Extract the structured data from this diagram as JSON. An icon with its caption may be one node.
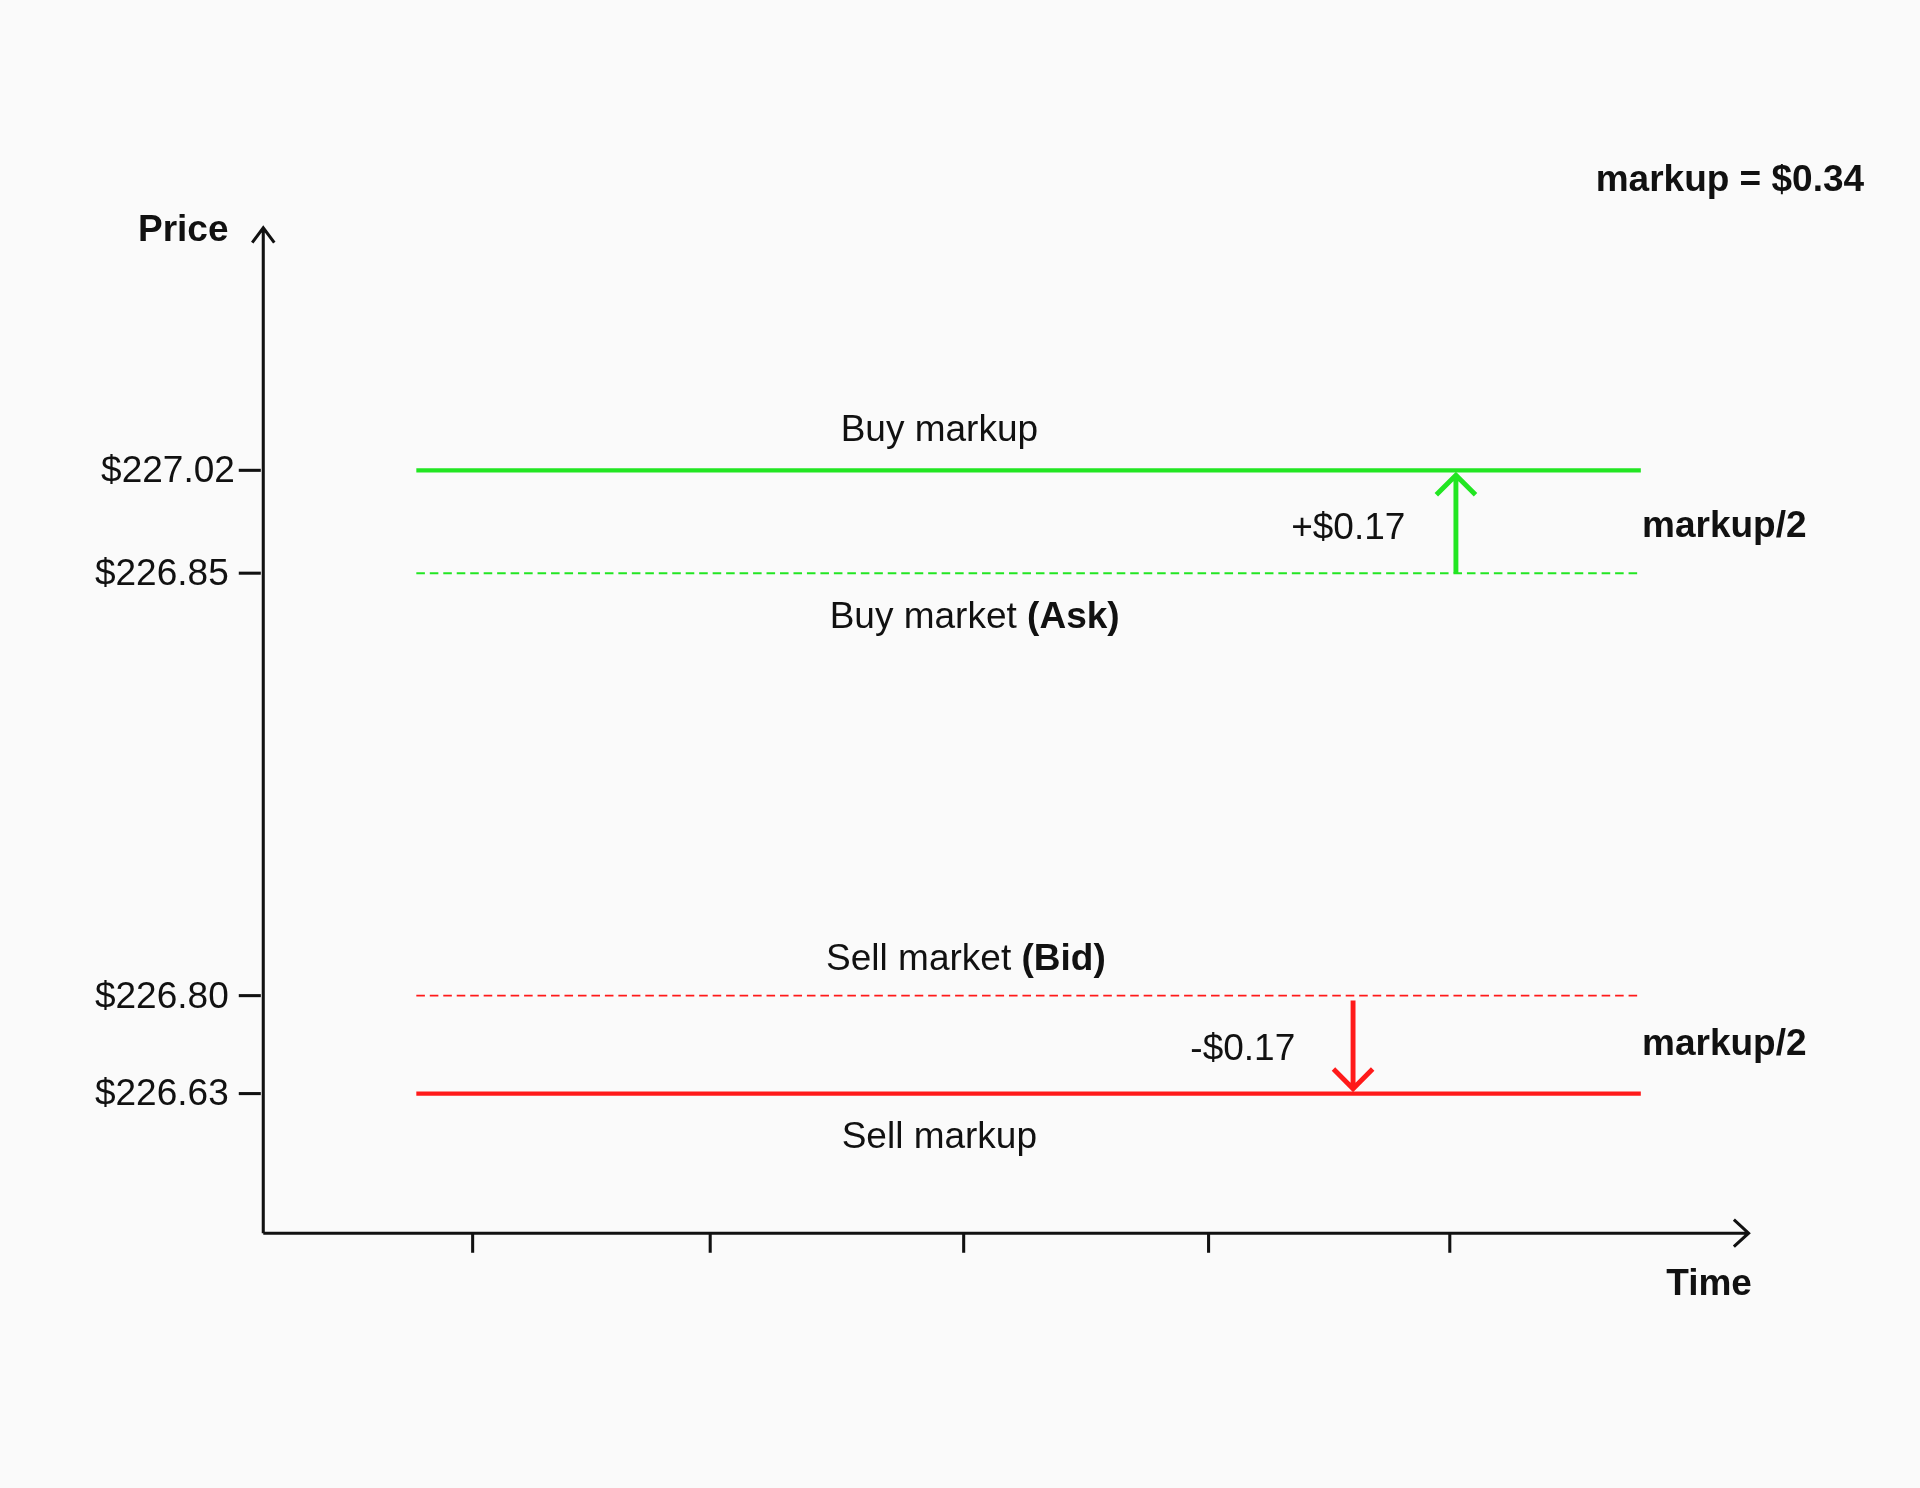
{
  "diagram": {
    "labels": [
      "markup = $0.34",
      "Price",
      "Buy markup",
      "$227.02",
      "+$0.17",
      "markup/2",
      "$226.85",
      "Buy market **(Ask)**",
      "Sell market **(Bid)**",
      "$226.80",
      "-$0.17",
      "markup/2",
      "$226.63",
      "Sell markup",
      "Time"
    ]
  }
}
